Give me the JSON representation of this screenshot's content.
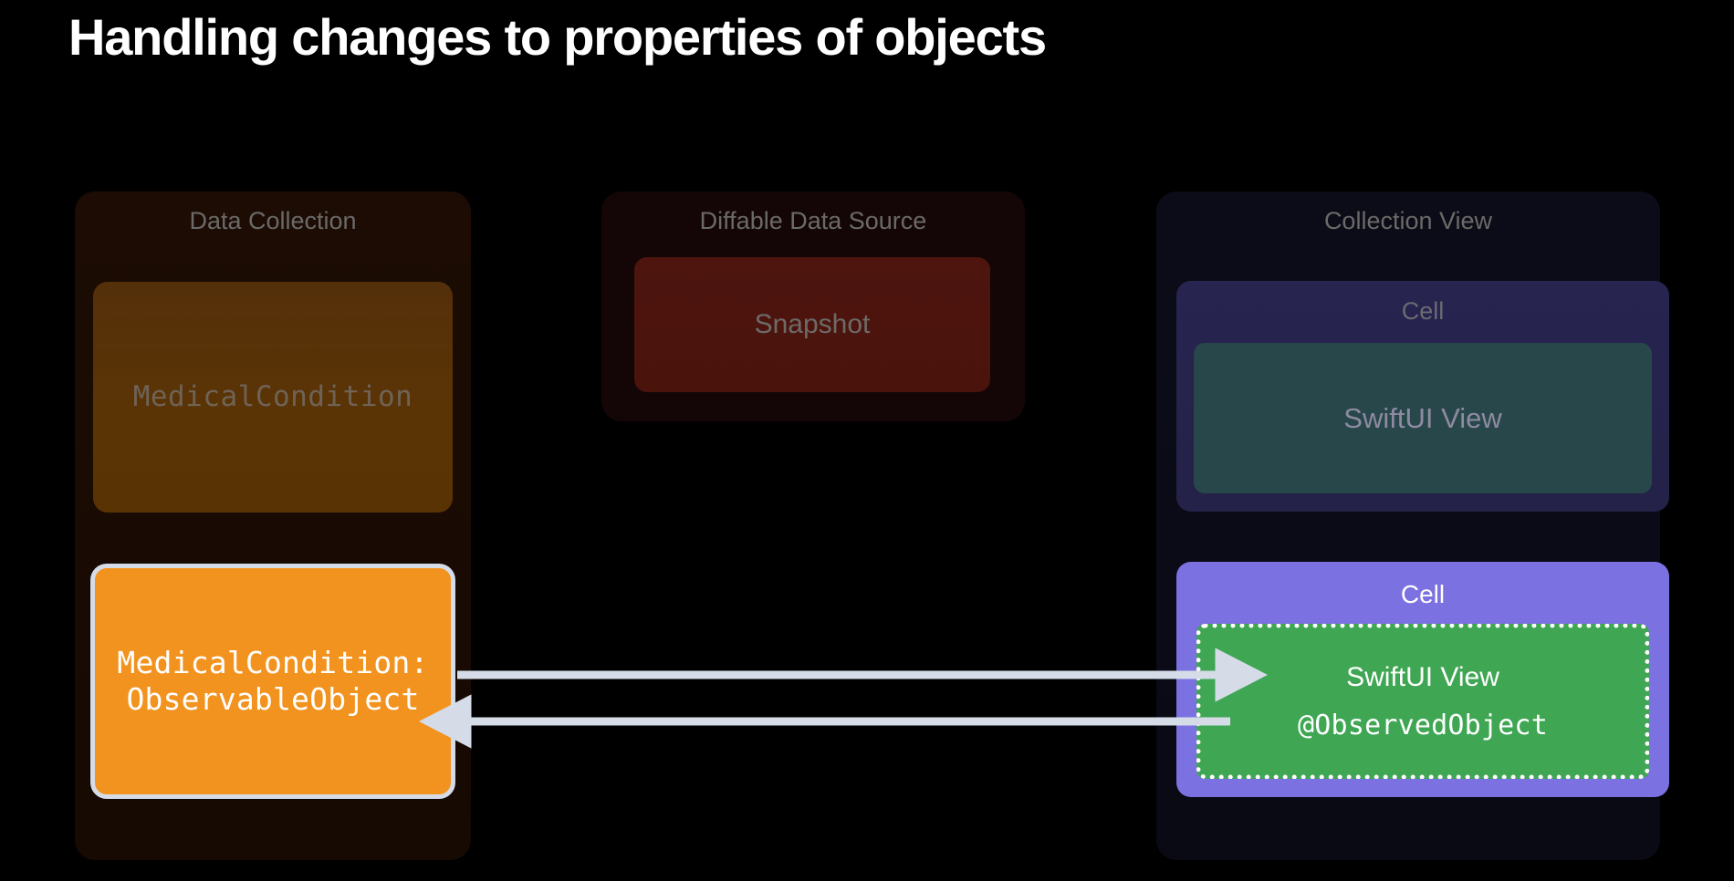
{
  "slide": {
    "title": "Handling changes to properties of objects",
    "background_color": "#000000"
  },
  "columns": {
    "data_collection": {
      "title": "Data Collection",
      "background_color": "#190b03",
      "cards": [
        {
          "name": "medical-condition-dimmed",
          "label": "MedicalCondition",
          "color": "#5b3405",
          "state": "dimmed",
          "font": "mono"
        },
        {
          "name": "medical-condition-active",
          "label": "MedicalCondition:\nObservableObject",
          "color": "#f2931f",
          "border_color": "#d5dce8",
          "state": "highlighted",
          "font": "mono"
        }
      ]
    },
    "diffable_data_source": {
      "title": "Diffable Data Source",
      "background_color": "#140606",
      "cards": [
        {
          "name": "snapshot",
          "label": "Snapshot",
          "color": "#4a130c",
          "state": "dimmed",
          "font": "sans"
        }
      ]
    },
    "collection_view": {
      "title": "Collection View",
      "background_color": "#0a0b16",
      "cells": [
        {
          "name": "cell-dimmed",
          "title": "Cell",
          "color": "#272450",
          "state": "dimmed",
          "inner": {
            "name": "swiftui-view-dimmed",
            "label": "SwiftUI View",
            "color": "#27474b",
            "font": "sans"
          }
        },
        {
          "name": "cell-highlighted",
          "title": "Cell",
          "color": "#7b71e0",
          "state": "highlighted",
          "inner": {
            "name": "swiftui-view-observed",
            "label": "SwiftUI View",
            "secondary_label": "@ObservedObject",
            "color": "#3fa653",
            "border_color": "#ffffff",
            "border_style": "dotted",
            "font": "sans+mono"
          }
        }
      ]
    }
  },
  "connections": [
    {
      "name": "arrow-object-to-view",
      "direction": "right",
      "from": "medical-condition-active",
      "to": "swiftui-view-observed",
      "color": "#d5dce8"
    },
    {
      "name": "arrow-view-to-object",
      "direction": "left",
      "from": "swiftui-view-observed",
      "to": "medical-condition-active",
      "color": "#d5dce8"
    }
  ]
}
